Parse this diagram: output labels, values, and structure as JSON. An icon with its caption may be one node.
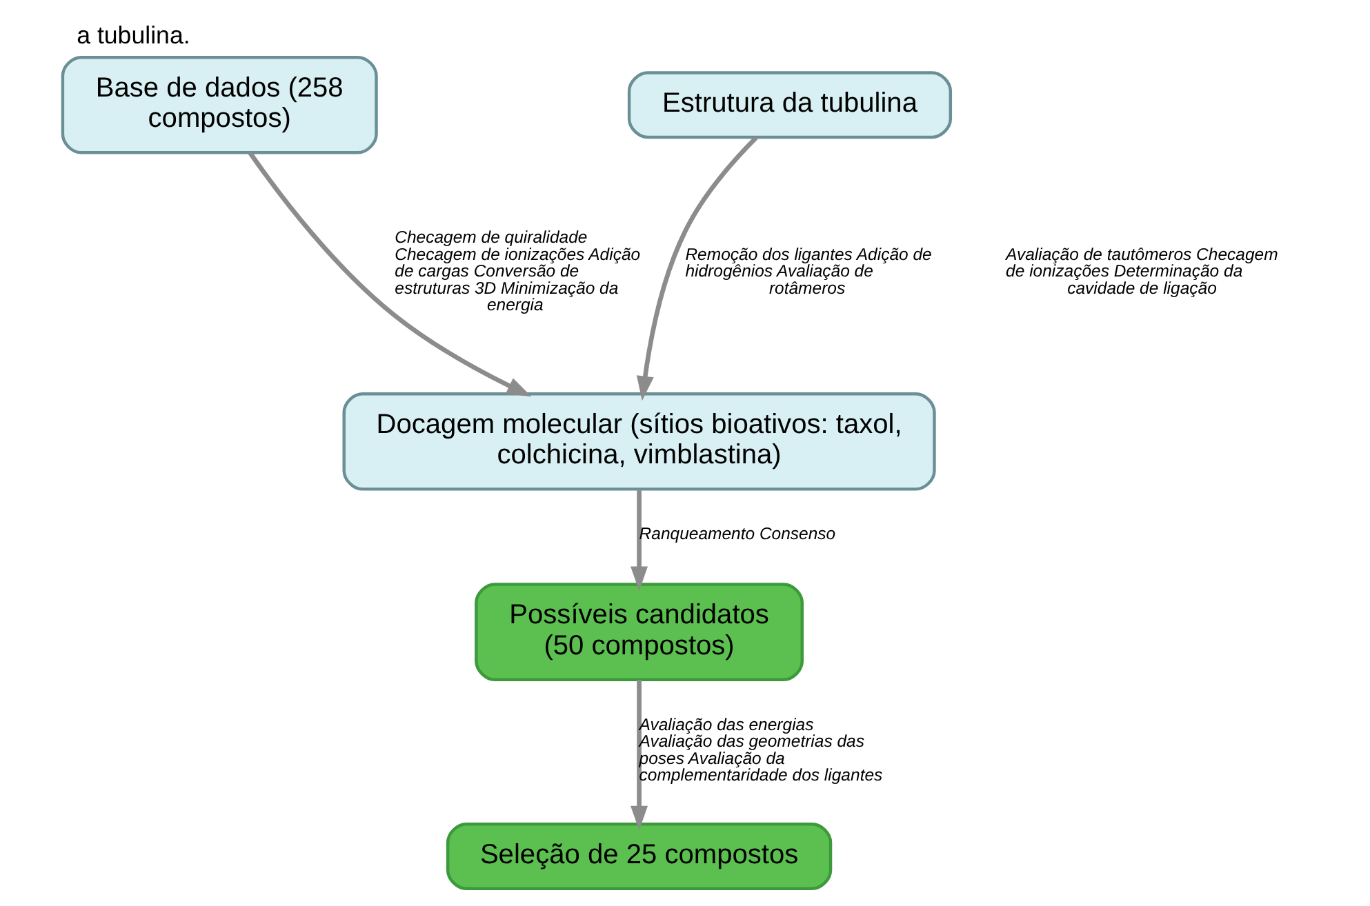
{
  "diagram": {
    "caption": "a tubulina.",
    "nodes": [
      {
        "text": [
          "Base de dados (258 compostos)"
        ]
      },
      {
        "text": [
          "Estrutura da tubulina"
        ]
      },
      {
        "text": [
          "Docagem molecular (sítios bioativos: taxol, colchicina, vimblastina)"
        ]
      },
      {
        "text": [
          "Possíveis candidatos (50 compostos)"
        ]
      },
      {
        "text": [
          "Seleção de 25 compostos"
        ]
      }
    ],
    "edges": [
      {
        "from": 0,
        "to": 2,
        "arrow": "to",
        "label": "Checagem de quiralidade Checagem de ionizações Adição de cargas Conversão de estruturas 3D Minimização da energia"
      },
      {
        "from": 1,
        "to": 2,
        "arrow": "to",
        "label": "Remoção dos ligantes Adição de hidrogênios Avaliação de rotâmeros"
      },
      {
        "from": 2,
        "to": 3,
        "arrow": "to",
        "label": "Ranqueamento Consenso"
      },
      {
        "from": 3,
        "to": 4,
        "arrow": "to",
        "label": "Avaliação das energias Avaliação das geometrias das poses Avaliação da complementaridade dos ligantes"
      }
    ],
    "labels": [
      "Avaliação de tautômeros Checagem de ionizações Determinação da cavidade de ligação"
    ]
  }
}
